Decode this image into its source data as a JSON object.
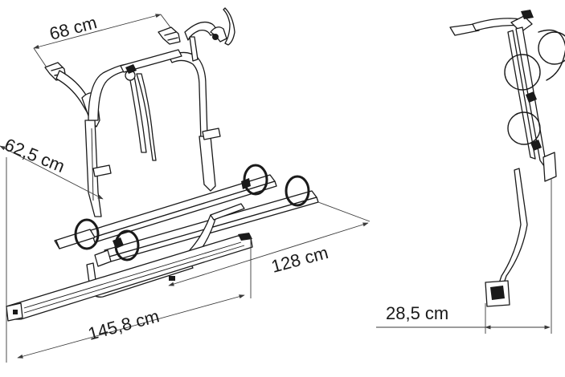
{
  "dimensions": {
    "width_top": "68 cm",
    "depth": "62,5 cm",
    "rail_length": "128 cm",
    "overall_width": "145,8 cm",
    "side_depth": "28,5 cm"
  },
  "colors": {
    "ink": "#1a1a1a",
    "background": "#ffffff"
  }
}
